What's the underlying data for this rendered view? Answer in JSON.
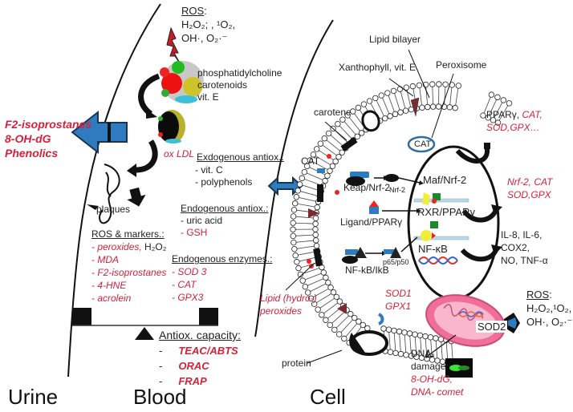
{
  "sections": {
    "urine": "Urine",
    "blood": "Blood",
    "cell": "Cell"
  },
  "urine_markers": [
    "F2-isoprostanes",
    "8-OH-dG",
    "Phenolics"
  ],
  "blood": {
    "ros_top": {
      "title": "ROS",
      "line1": "H₂O₂; , ¹O₂,",
      "line2": "OH·, O₂·⁻"
    },
    "ldl_components": [
      "phosphatidylcholine",
      "carotenoids",
      "vit. E"
    ],
    "ox_ldl": "ox LDL",
    "plaques": "plaques",
    "exogenous": {
      "title": "Exdogenous antiox.:",
      "items": [
        "- vit. C",
        "- polyphenols"
      ]
    },
    "endogenous": {
      "title": "Endogenous antiox.:",
      "items": [
        "- uric acid",
        "- GSH"
      ]
    },
    "enzymes": {
      "title": "Endogenous enzymes.:",
      "items": [
        "- SOD 3",
        "- CAT",
        "- GPX3"
      ]
    },
    "ros_markers": {
      "title": "ROS & markers.:",
      "items": [
        "- peroxides,",
        "- MDA",
        "- F2-isoprostanes",
        "- 4-HNE",
        "- acrolein"
      ],
      "h2o2": "H₂O₂"
    },
    "capacity": {
      "title": "Antiox. capacity:",
      "items": [
        "TEAC/ABTS",
        "ORAC",
        "FRAP"
      ],
      "dash": "-"
    }
  },
  "cell": {
    "lipid_bilayer": "Lipid bilayer",
    "xanthophyll": "Xanthophyll, vit. E",
    "peroxisome": "Peroxisome",
    "peroxisome_cat": "CAT",
    "carotene": "carotene",
    "cat_membrane": "CAT",
    "keap": "Keap/Nrf-2",
    "nrf2_small": "Nrf-2",
    "ligand": "Ligand/PPARγ",
    "nfkb_ikb": "NF-kB/IkB",
    "p65": "p65/p50",
    "nucleus": {
      "maf": "Maf/Nrf-2",
      "rxr": "RXR/PPARγ",
      "nfkb": "NF-κB"
    },
    "out_ppar": {
      "black": "PPARγ,",
      "red1": "CAT,",
      "red2": "SOD,GPX…"
    },
    "out_nrf": {
      "line1": "Nrf-2, CAT",
      "line2": "SOD,GPX"
    },
    "out_il": [
      "IL-8, IL-6,",
      "COX2,",
      "NO, TNF-α"
    ],
    "lipid_peroxides": [
      "Lipid (hydro-)",
      "peroxides"
    ],
    "protein": "protein",
    "sod1": [
      "SOD1",
      "GPX1"
    ],
    "sod2": "SOD2",
    "ros_mito": {
      "title": "ROS",
      "line1": "H₂O₂,¹O₂,",
      "line2": "OH·, O₂·⁻"
    },
    "dna_damage": [
      "DNA-",
      "damage:"
    ],
    "dna_markers": [
      "8-OH-dG,",
      "DNA- comet"
    ]
  },
  "colors": {
    "red": "#d4213a",
    "blue_arrow": "#2e7bbf",
    "membrane": "#222222",
    "mito": "#f06f9a"
  }
}
